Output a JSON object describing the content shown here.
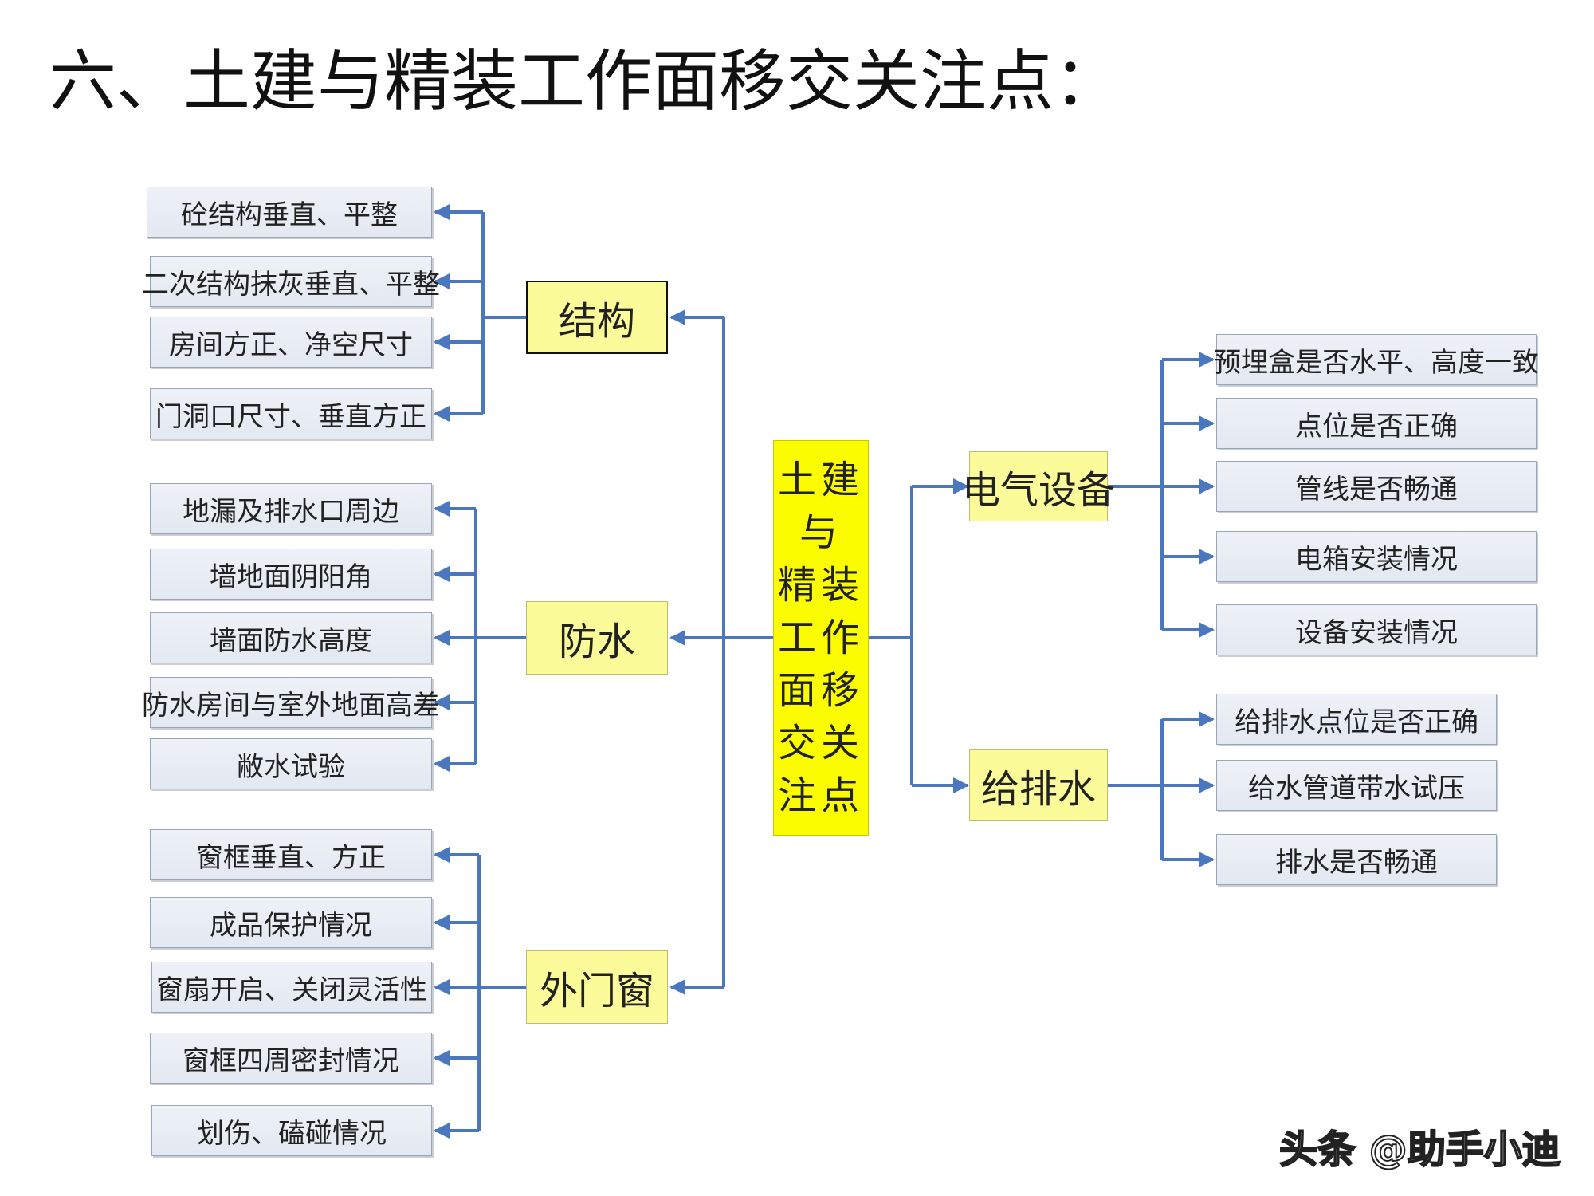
{
  "title": "六、土建与精装工作面移交关注点：",
  "center": {
    "lines": [
      "土建",
      "与",
      "精装",
      "工作",
      "面移",
      "交关",
      "注点"
    ]
  },
  "categories": {
    "structure": "结构",
    "waterproof": "防水",
    "windows": "外门窗",
    "electrical": "电气设备",
    "plumbing": "给排水"
  },
  "structure_items": [
    "砼结构垂直、平整",
    "二次结构抹灰垂直、平整",
    "房间方正、净空尺寸",
    "门洞口尺寸、垂直方正"
  ],
  "waterproof_items": [
    "地漏及排水口周边",
    "墙地面阴阳角",
    "墙面防水高度",
    "防水房间与室外地面高差",
    "敝水试验"
  ],
  "windows_items": [
    "窗框垂直、方正",
    "成品保护情况",
    "窗扇开启、关闭灵活性",
    "窗框四周密封情况",
    "划伤、磕碰情况"
  ],
  "electrical_items": [
    "预埋盒是否水平、高度一致",
    "点位是否正确",
    "管线是否畅通",
    "电箱安装情况",
    "设备安装情况"
  ],
  "plumbing_items": [
    "给排水点位是否正确",
    "给水管道带水试压",
    "排水是否畅通"
  ],
  "watermark": "头条 @助手小迪",
  "colors": {
    "connector": "#4a77be",
    "center_fill": "#fcfc00",
    "category_fill": "#fbfb9a",
    "leaf_fill": "#e6eaf2"
  }
}
